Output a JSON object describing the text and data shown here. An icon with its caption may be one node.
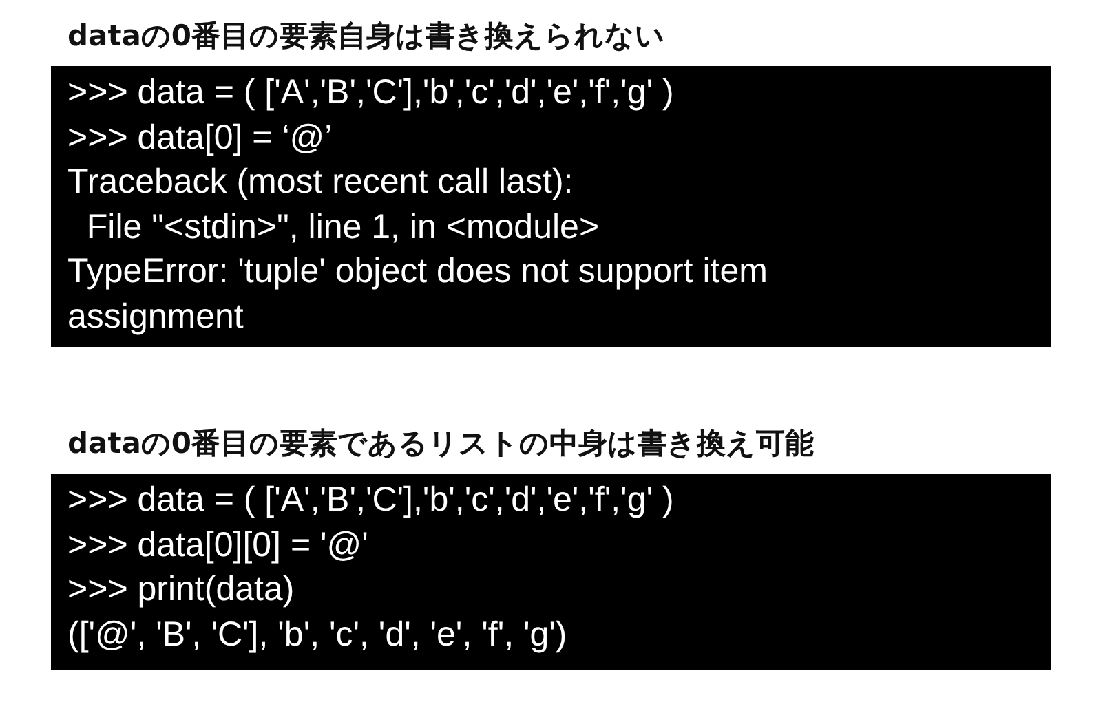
{
  "diagram": {
    "nodes": [
      {
        "text": [
          "dataの0番目の要素自身は書き換えられない",
          ">>> data = ( ['A','B','C'],'b','c','d','e','f','g' )",
          ">>> data[0] = ‘@’",
          "Traceback (most recent call last):",
          "  File \"<stdin>\", line 1, in <module>",
          "TypeError: 'tuple' object does not support item assignment"
        ]
      },
      {
        "text": [
          "dataの0番目の要素であるリストの中身は書き換え可能",
          ">>> data = ( ['A','B','C'],'b','c','d','e','f','g' )",
          ">>> data[0][0] = '@'",
          ">>> print(data)",
          "(['@', 'B', 'C'], 'b', 'c', 'd', 'e', 'f', 'g')"
        ]
      }
    ]
  }
}
